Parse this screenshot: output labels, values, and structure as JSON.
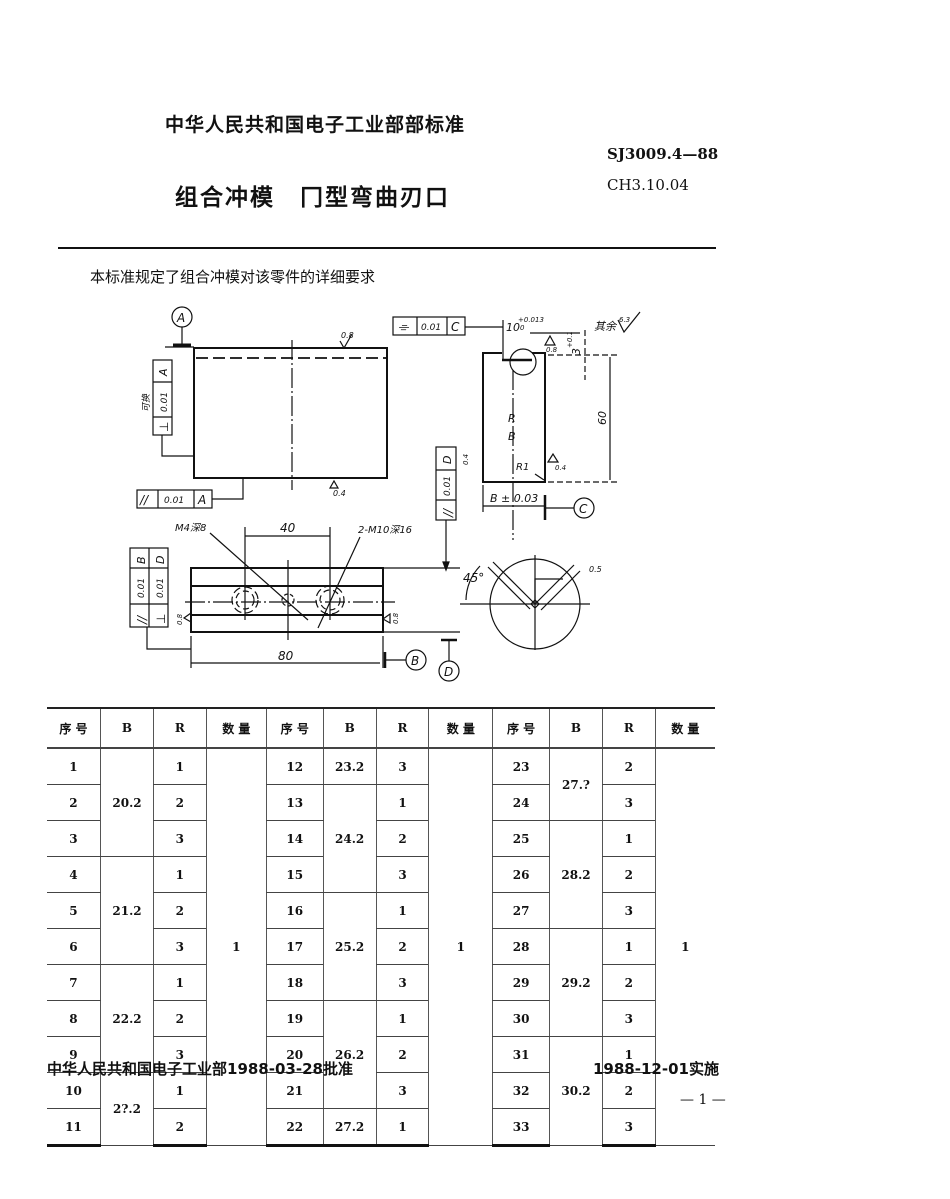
{
  "header": {
    "organization": "中华人民共和国电子工业部部标准",
    "standard_code": "SJ3009.4—88",
    "sub_code": "CH3.10.04",
    "title": "组合冲模　冂型弯曲刃口",
    "intro": "本标准规定了组合冲模对该零件的详细要求"
  },
  "drawing": {
    "datum_a": "A",
    "datum_b": "B",
    "datum_c": "C",
    "datum_d": "D",
    "tol_001": "0.01",
    "parallel_symbol": "//",
    "perp_symbol": "⊥",
    "symmetry_symbol": "⌯",
    "left_note": "可换",
    "ra_08": "0.8",
    "ra_04": "0.4",
    "ra_63": "6.3",
    "rest_label": "其余",
    "dim_10": "10",
    "dim_10_tol": "+0.013",
    "dim_10_tol_low": "0",
    "dim_3": "3",
    "dim_3_tol": "+0.1",
    "dim_60": "60",
    "label_r": "R",
    "label_b": "B",
    "label_r1": "R1",
    "dim_b": "B ± 0.03",
    "dim_40": "40",
    "dim_80": "80",
    "m4": "M4深8",
    "m10": "2-M10深16",
    "angle_45": "45°",
    "dim_05": "0.5"
  },
  "table": {
    "headers": [
      "序 号",
      "B",
      "R",
      "数 量",
      "序 号",
      "B",
      "R",
      "数 量",
      "序 号",
      "B",
      "R",
      "数 量"
    ],
    "groups": [
      {
        "seq": [
          "1",
          "2",
          "3",
          "4",
          "5",
          "6",
          "7",
          "8",
          "9",
          "10",
          "11"
        ],
        "b": [
          {
            "value": "20.2",
            "span": 3
          },
          {
            "value": "21.2",
            "span": 3
          },
          {
            "value": "22.2",
            "span": 3
          },
          {
            "value": "2?.2",
            "span": 2
          }
        ],
        "r": [
          "1",
          "2",
          "3",
          "1",
          "2",
          "3",
          "1",
          "2",
          "3",
          "1",
          "2"
        ],
        "qty": "1"
      },
      {
        "seq": [
          "12",
          "13",
          "14",
          "15",
          "16",
          "17",
          "18",
          "19",
          "20",
          "21",
          "22"
        ],
        "b": [
          {
            "value": "23.2",
            "span": 1
          },
          {
            "value": "24.2",
            "span": 3
          },
          {
            "value": "25.2",
            "span": 3
          },
          {
            "value": "26.2",
            "span": 3
          },
          {
            "value": "27.2",
            "span": 1
          }
        ],
        "r": [
          "3",
          "1",
          "2",
          "3",
          "1",
          "2",
          "3",
          "1",
          "2",
          "3",
          "1"
        ],
        "qty": "1"
      },
      {
        "seq": [
          "23",
          "24",
          "25",
          "26",
          "27",
          "28",
          "29",
          "30",
          "31",
          "32",
          "33"
        ],
        "b": [
          {
            "value": "27.?",
            "span": 2
          },
          {
            "value": "28.2",
            "span": 3
          },
          {
            "value": "29.2",
            "span": 3
          },
          {
            "value": "30.2",
            "span": 3
          }
        ],
        "r": [
          "2",
          "3",
          "1",
          "2",
          "3",
          "1",
          "2",
          "3",
          "1",
          "2",
          "3"
        ],
        "qty": "1"
      }
    ]
  },
  "footer": {
    "approval": "中华人民共和国电子工业部1988-03-28批准",
    "effective": "1988-12-01实施",
    "page": "— 1 —"
  }
}
